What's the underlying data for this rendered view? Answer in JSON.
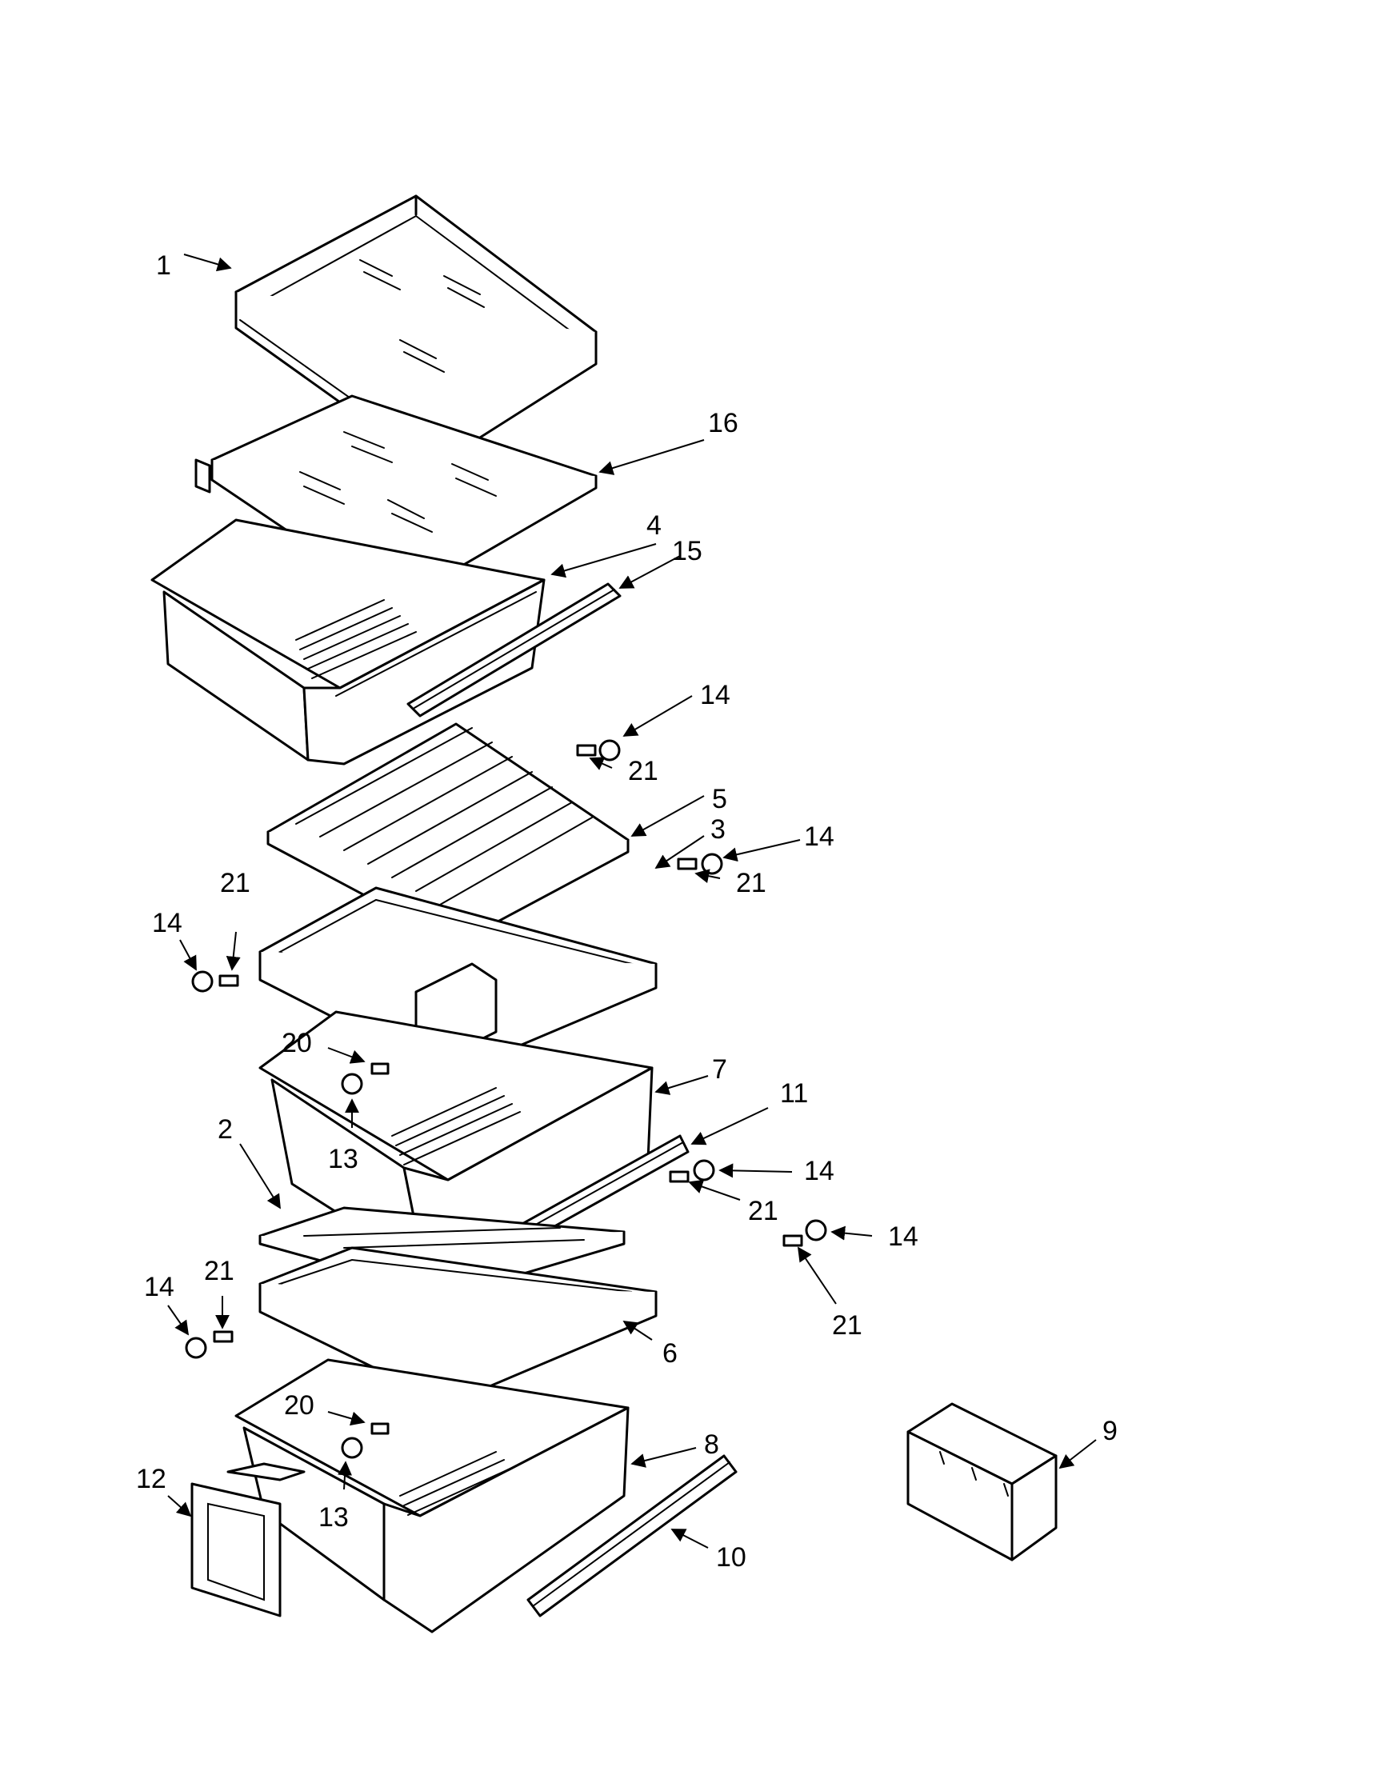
{
  "callouts": {
    "c1": "1",
    "c16": "16",
    "c4": "4",
    "c15": "15",
    "c14a": "14",
    "c21a": "21",
    "c5": "5",
    "c3": "3",
    "c14b": "14",
    "c21b": "21",
    "c14c": "14",
    "c21c": "21",
    "c20a": "20",
    "c7": "7",
    "c11": "11",
    "c2": "2",
    "c13a": "13",
    "c14d": "14",
    "c21d": "21",
    "c14e": "14",
    "c21e": "21",
    "c14f": "14",
    "c21f": "21",
    "c6": "6",
    "c20b": "20",
    "c8": "8",
    "c12": "12",
    "c13b": "13",
    "c9": "9",
    "c10": "10"
  }
}
